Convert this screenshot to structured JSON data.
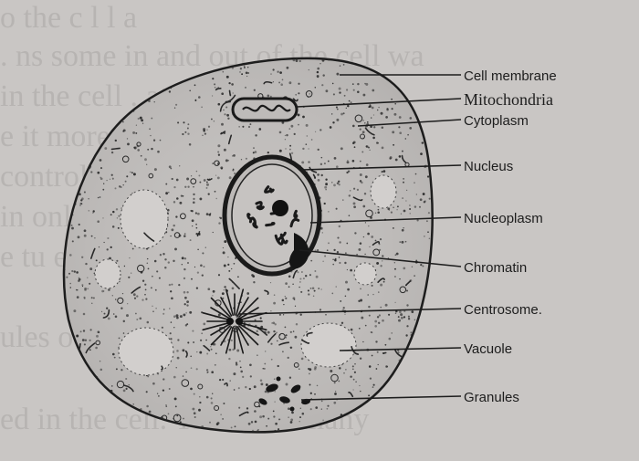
{
  "diagram": {
    "labels": [
      "Cell membrane",
      "Mitochondria",
      "Cytoplasm",
      "Nucleus",
      "Nucleoplasm",
      "Chromatin",
      "Centrosome.",
      "Vacuole",
      "Granules"
    ]
  },
  "colors": {
    "paper": "#c9c6c4",
    "ink": "#1d1d1d"
  }
}
